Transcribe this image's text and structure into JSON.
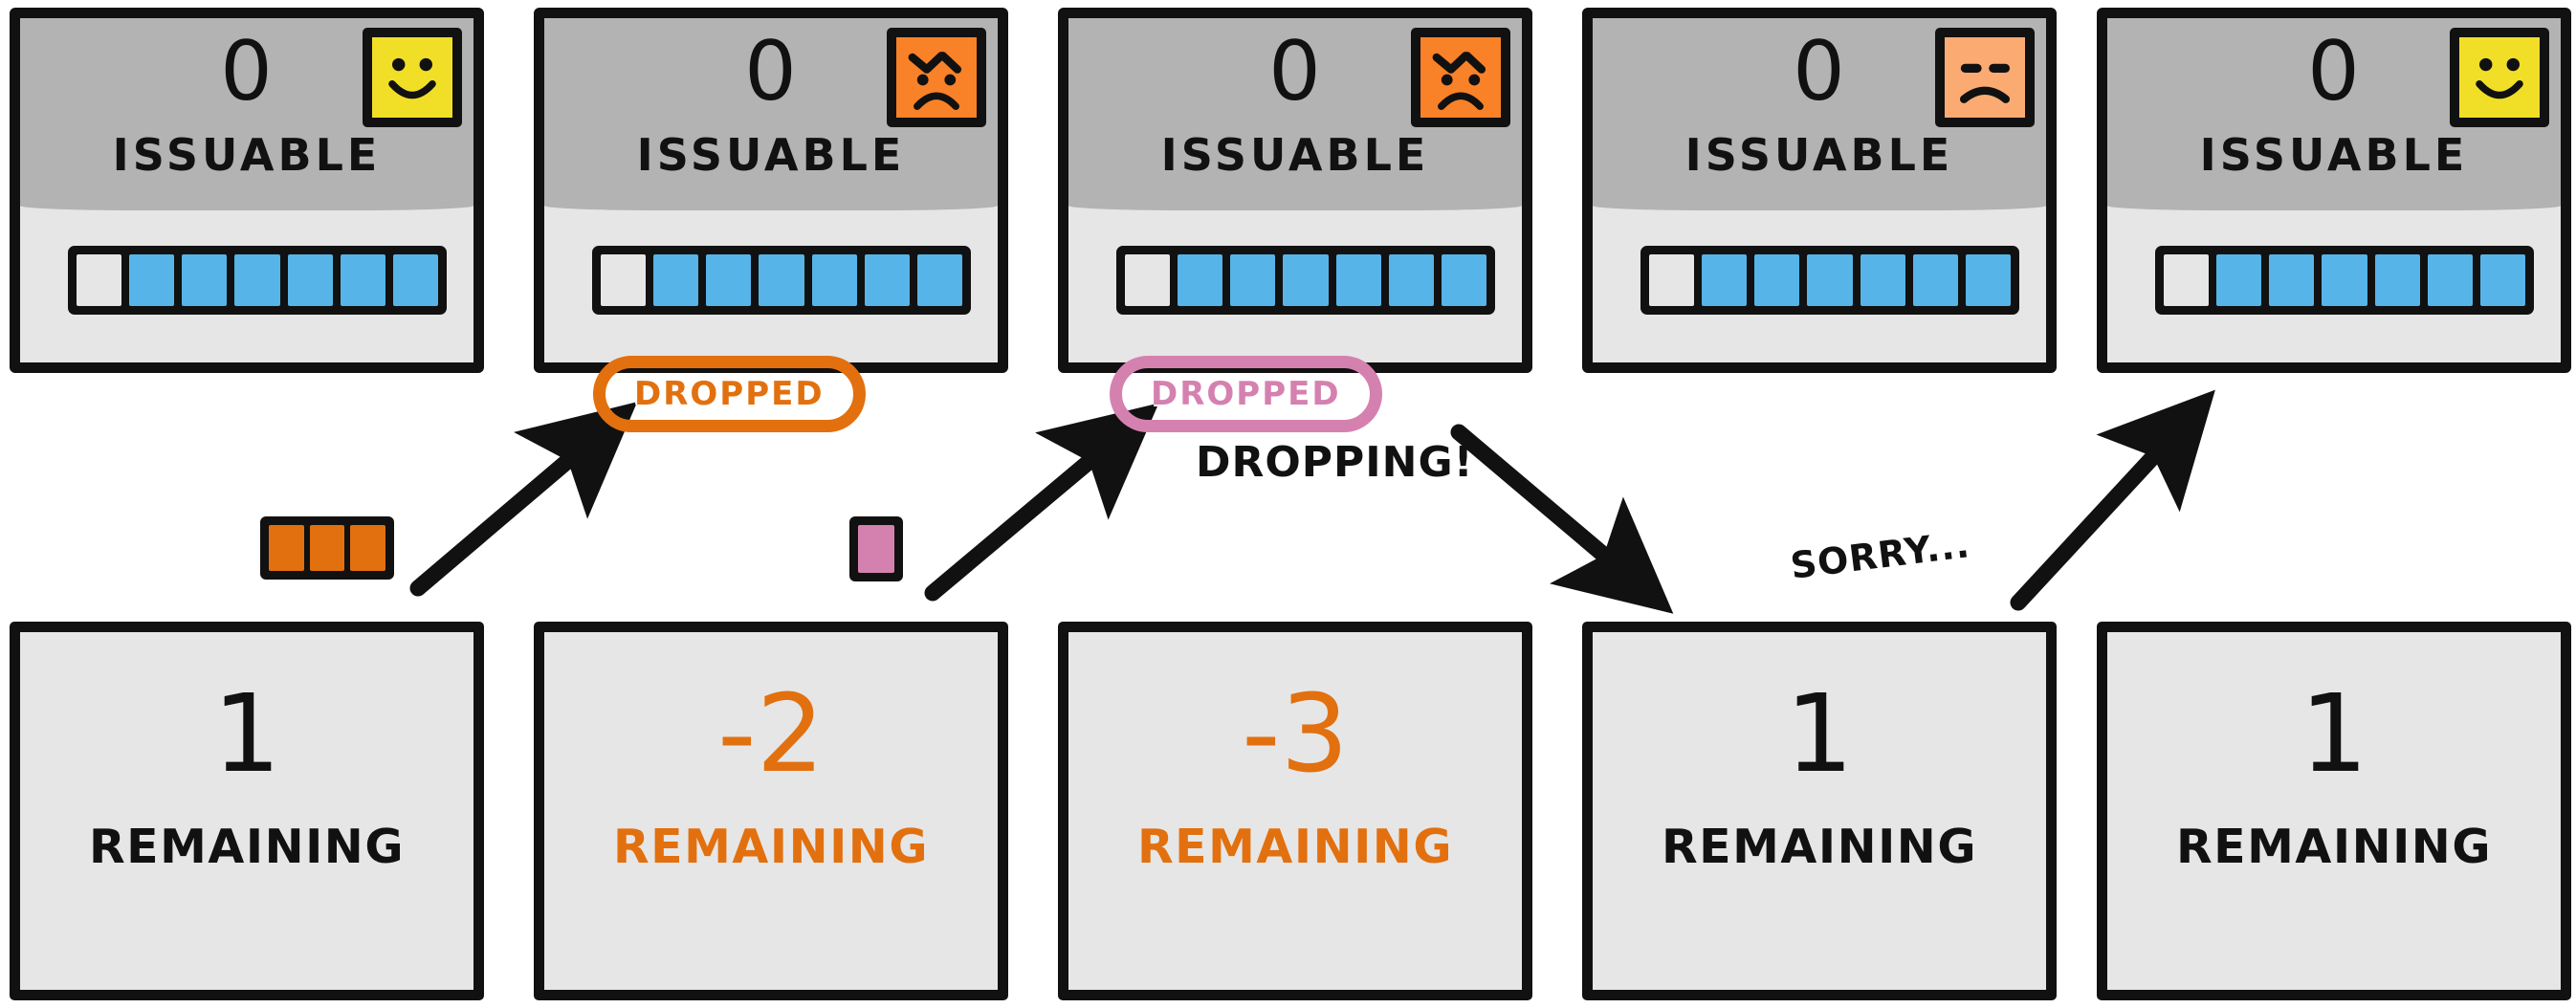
{
  "diagram": {
    "title": "Issuable tokens and remaining budget across five states",
    "accent_colors": {
      "blue_block": "#56b4e8",
      "orange": "#e2700f",
      "pink": "#d581b0",
      "happy_badge": "#f1df27",
      "angry_badge": "#f98128",
      "meh_badge": "#fbab72",
      "card_body": "#e6e6e6",
      "card_header": "#b3b3b3",
      "ink": "#111111"
    }
  },
  "top_cards": [
    {
      "count": "0",
      "caption": "ISSUABLE",
      "badge": {
        "name": "happy-face-icon",
        "mood": "happy",
        "color": "#f1df27"
      },
      "blocks": {
        "total": 7,
        "filled": 6,
        "empty": 1,
        "fill_color": "#56b4e8"
      }
    },
    {
      "count": "0",
      "caption": "ISSUABLE",
      "badge": {
        "name": "angry-face-icon",
        "mood": "angry",
        "color": "#f98128"
      },
      "blocks": {
        "total": 7,
        "filled": 6,
        "empty": 1,
        "fill_color": "#56b4e8"
      }
    },
    {
      "count": "0",
      "caption": "ISSUABLE",
      "badge": {
        "name": "angry-face-icon",
        "mood": "angry",
        "color": "#f98128"
      },
      "blocks": {
        "total": 7,
        "filled": 6,
        "empty": 1,
        "fill_color": "#56b4e8"
      }
    },
    {
      "count": "0",
      "caption": "ISSUABLE",
      "badge": {
        "name": "neutral-frown-face-icon",
        "mood": "meh",
        "color": "#fbab72"
      },
      "blocks": {
        "total": 7,
        "filled": 6,
        "empty": 1,
        "fill_color": "#56b4e8"
      }
    },
    {
      "count": "0",
      "caption": "ISSUABLE",
      "badge": {
        "name": "happy-face-icon",
        "mood": "happy",
        "color": "#f1df27"
      },
      "blocks": {
        "total": 7,
        "filled": 6,
        "empty": 1,
        "fill_color": "#56b4e8"
      }
    }
  ],
  "bottom_cards": [
    {
      "value": "1",
      "label": "REMAINING",
      "negative": false
    },
    {
      "value": "-2",
      "label": "REMAINING",
      "negative": true
    },
    {
      "value": "-3",
      "label": "REMAINING",
      "negative": true
    },
    {
      "value": "1",
      "label": "REMAINING",
      "negative": false
    },
    {
      "value": "1",
      "label": "REMAINING",
      "negative": false
    }
  ],
  "chips": [
    {
      "name": "orange-request-chip",
      "cells": 3,
      "color": "#e2700f"
    },
    {
      "name": "pink-request-chip",
      "cells": 1,
      "color": "#d581b0"
    }
  ],
  "pills": [
    {
      "name": "dropped-pill-orange",
      "text": "DROPPED",
      "color": "#e2700f"
    },
    {
      "name": "dropped-pill-pink",
      "text": "DROPPED",
      "color": "#d581b0"
    }
  ],
  "annotations": [
    {
      "name": "dropping-label",
      "text": "DROPPING!"
    },
    {
      "name": "sorry-label",
      "text": "SORRY..."
    }
  ]
}
